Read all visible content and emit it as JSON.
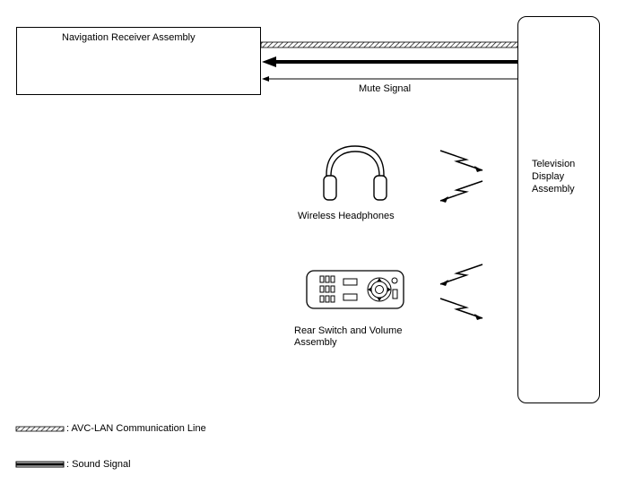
{
  "components": {
    "navigation_receiver": "Navigation Receiver Assembly",
    "television_display": [
      "Television",
      "Display",
      "Assembly"
    ],
    "wireless_headphones": "Wireless Headphones",
    "rear_switch": [
      "Rear Switch and Volume",
      "Assembly"
    ]
  },
  "signals": {
    "mute_signal": "Mute Signal"
  },
  "legend": {
    "avc_lan": ": AVC-LAN Communication Line",
    "sound_signal": ": Sound Signal"
  },
  "icons": [
    "headphones-icon",
    "remote-control-icon",
    "wireless-signal-icon"
  ],
  "colors": {
    "line": "#000000",
    "background": "#ffffff"
  }
}
